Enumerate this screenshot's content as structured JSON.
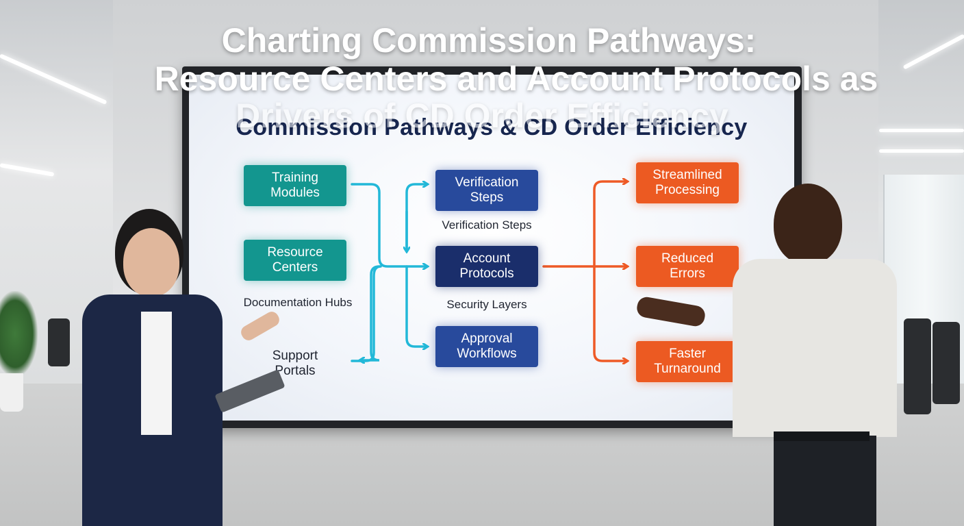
{
  "overlay_title": {
    "line1": "Charting Commission Pathways:",
    "line2": "Resource Centers and Account Protocols  as",
    "line3": "Drivers of CD Order Efficiency"
  },
  "screen": {
    "title": "Commission Pathways & CD Order Efficiency",
    "nodes": {
      "training_modules": "Training\nModules",
      "resource_centers": "Resource\nCenters",
      "verification_steps": "Verification\nSteps",
      "account_protocols": "Account\nProtocols",
      "approval_workflows": "Approval\nWorkflows",
      "streamlined_processing": "Streamlined\nProcessing",
      "reduced_errors": "Reduced\nErrors",
      "faster_turnaround": "Faster\nTurnaround"
    },
    "labels": {
      "documentation_hubs": "Documentation Hubs",
      "support_portals": "Support\nPortals",
      "verification_steps": "Verification Steps",
      "security_layers": "Security Layers"
    },
    "colors": {
      "teal": "#13968f",
      "blue": "#284a9c",
      "navy": "#1a2e6b",
      "orange": "#ec5a22",
      "cyan_arrow": "#22b8d8",
      "orange_arrow": "#ee5a26"
    }
  }
}
